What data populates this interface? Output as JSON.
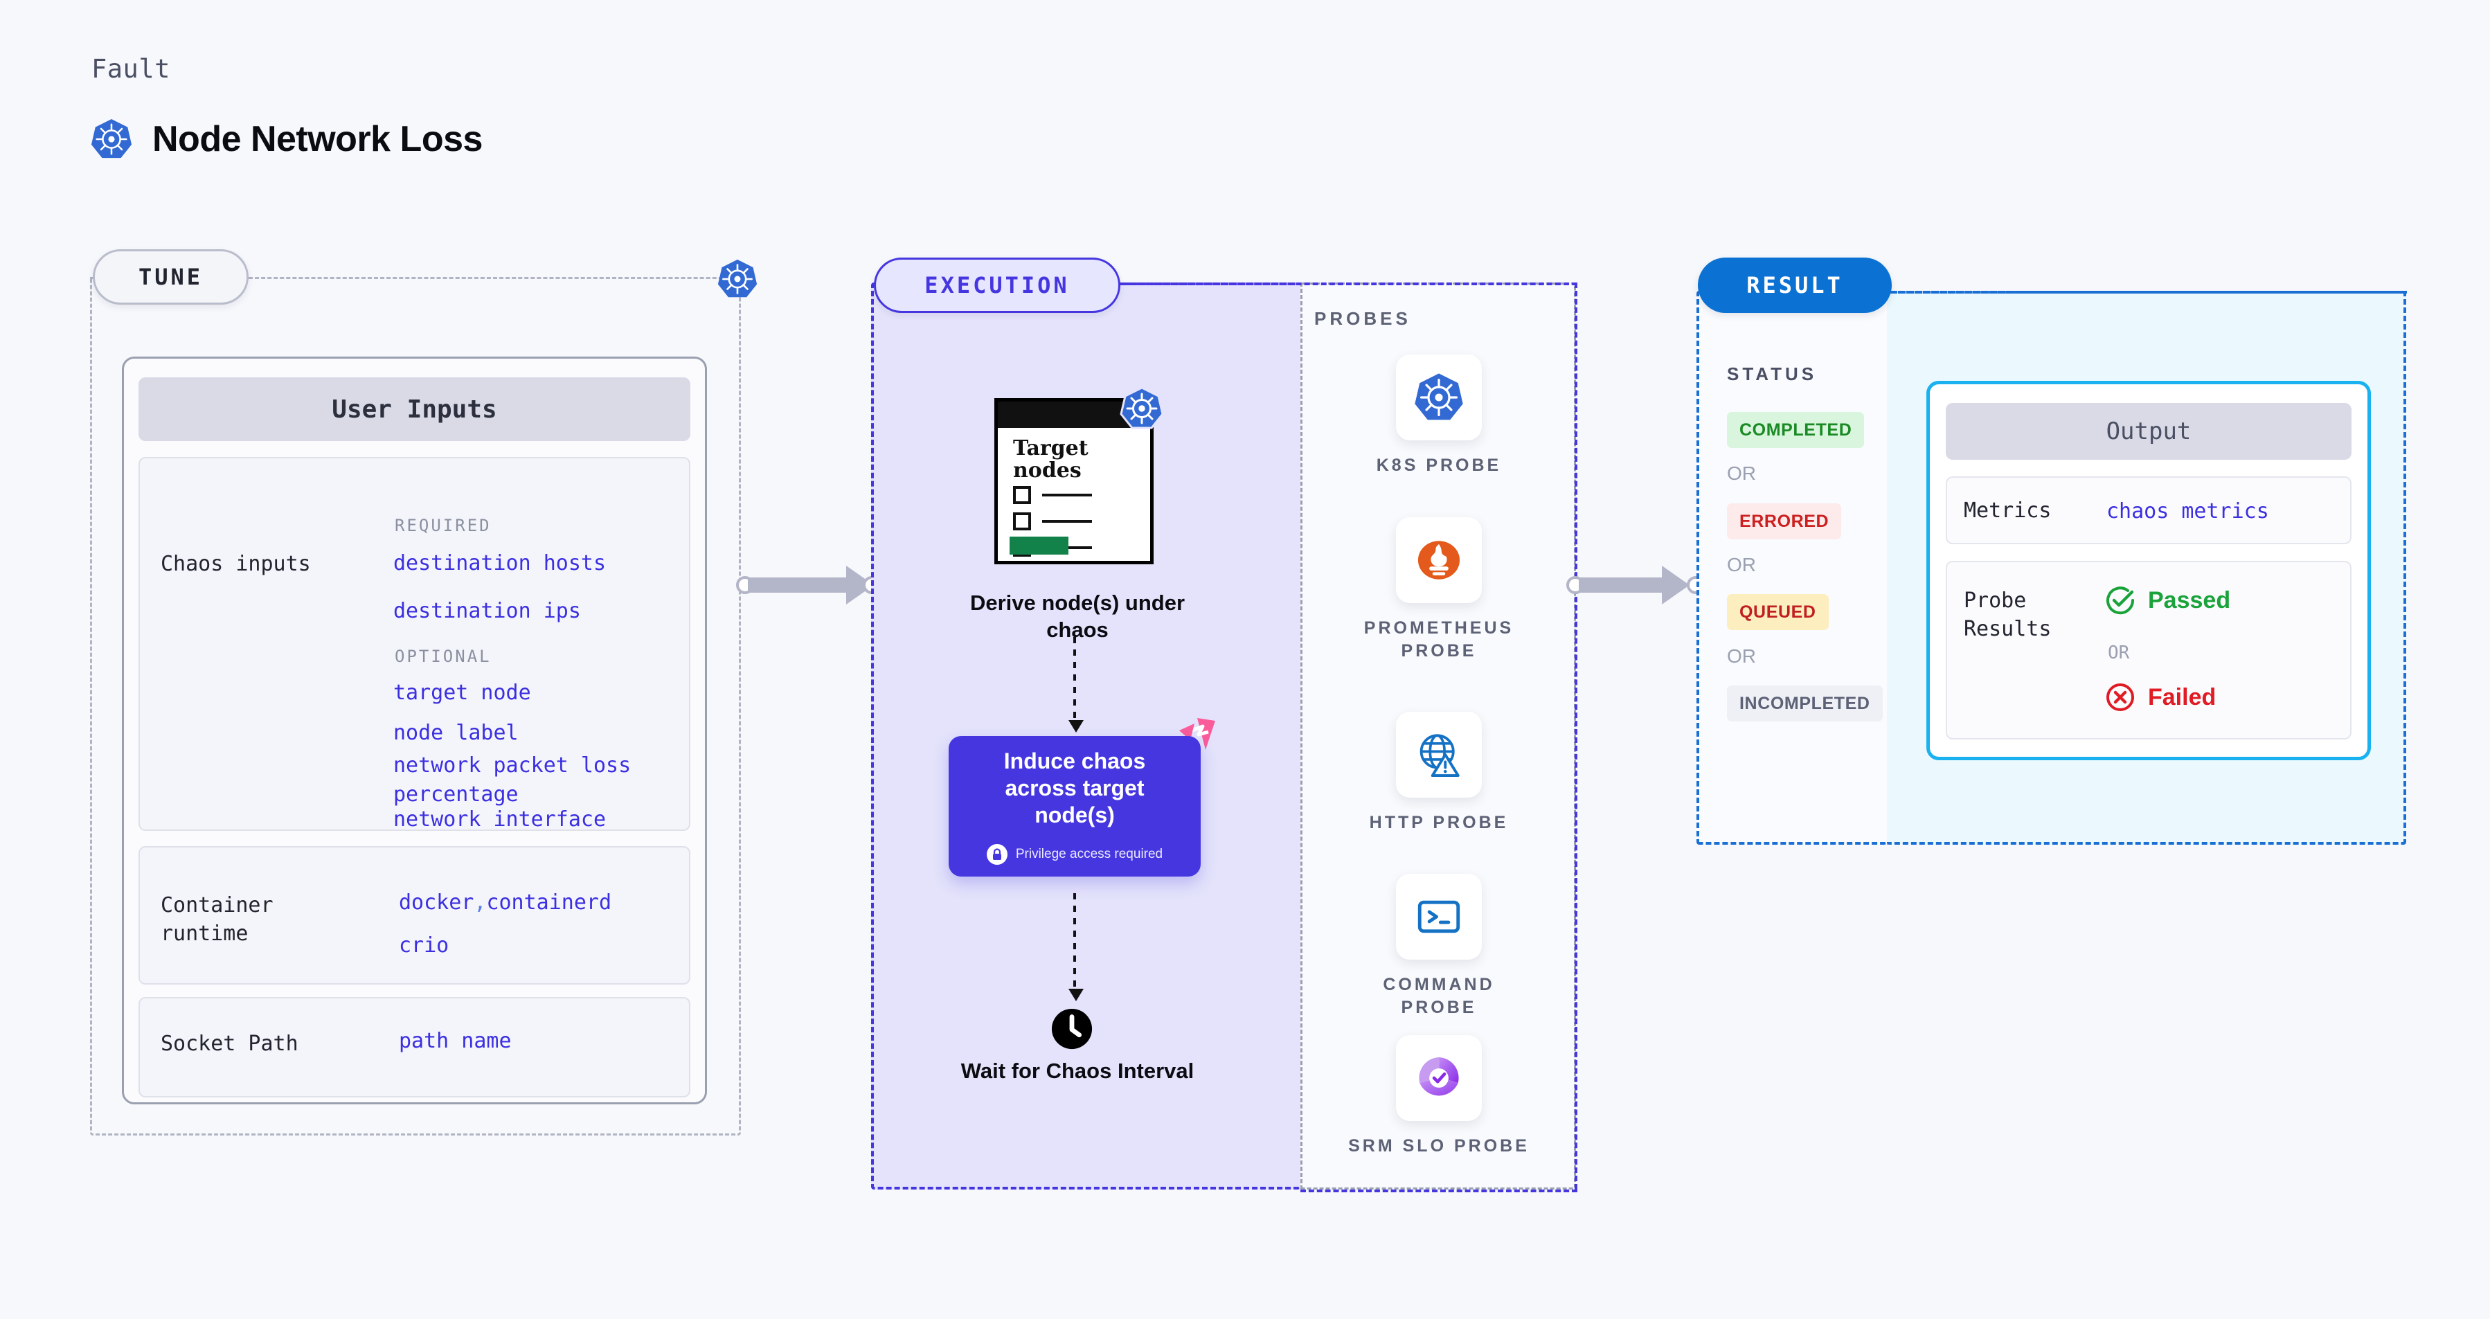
{
  "header": {
    "eyebrow": "Fault",
    "title": "Node Network Loss",
    "icon": "kubernetes-icon"
  },
  "colors": {
    "page_bg": "#f7f8fc",
    "tune_accent": "#b0b3c2",
    "execution_accent": "#4536e0",
    "result_accent": "#1a6fd4",
    "output_border": "#19b1ef",
    "value_text": "#3b2fe0",
    "kubernetes_blue": "#3269d3",
    "prometheus_orange": "#e35a1c",
    "litmus_pink": "#fa5c9a",
    "passed_green": "#1aa33a",
    "failed_red": "#e01b24"
  },
  "tune": {
    "pill_label": "TUNE",
    "badge_icon": "kubernetes-icon",
    "panel_title": "User Inputs",
    "rows": [
      {
        "label": "Chaos inputs",
        "groups": [
          {
            "tag": "REQUIRED",
            "values": [
              "destination hosts",
              "destination ips"
            ]
          },
          {
            "tag": "OPTIONAL",
            "values": [
              "target node",
              "node label",
              "network packet loss percentage",
              "network interface"
            ]
          }
        ]
      },
      {
        "label": "Container runtime",
        "values": [
          "docker",
          ",",
          "containerd",
          "crio"
        ]
      },
      {
        "label": "Socket Path",
        "values": [
          "path name"
        ]
      }
    ]
  },
  "execution": {
    "pill_label": "EXECUTION",
    "steps": [
      {
        "id": "derive",
        "caption": "Derive node(s) under chaos",
        "doc_title": "Target nodes",
        "badge_icon": "kubernetes-icon"
      },
      {
        "id": "induce",
        "title": "Induce chaos across target node(s)",
        "note": "Privilege access required",
        "note_icon": "lock-icon",
        "corner_icon": "litmus-chaos-icon"
      },
      {
        "id": "wait",
        "caption": "Wait for Chaos Interval",
        "icon": "clock-icon"
      }
    ]
  },
  "probes": {
    "title": "PROBES",
    "items": [
      {
        "name": "K8S PROBE",
        "icon": "kubernetes-icon"
      },
      {
        "name": "PROMETHEUS PROBE",
        "icon": "prometheus-icon"
      },
      {
        "name": "HTTP PROBE",
        "icon": "globe-warning-icon"
      },
      {
        "name": "COMMAND PROBE",
        "icon": "terminal-icon"
      },
      {
        "name": "SRM SLO PROBE",
        "icon": "srm-slo-icon"
      }
    ]
  },
  "result": {
    "pill_label": "RESULT",
    "status_title": "STATUS",
    "or_label": "OR",
    "statuses": [
      {
        "label": "COMPLETED",
        "bg": "#d9f5de",
        "fg": "#1a8a24"
      },
      {
        "label": "ERRORED",
        "bg": "#fdeaea",
        "fg": "#cc1f1f"
      },
      {
        "label": "QUEUED",
        "bg": "#fdeec0",
        "fg": "#c01f1f"
      },
      {
        "label": "INCOMPLETED",
        "bg": "#eef0f6",
        "fg": "#5c6175"
      }
    ]
  },
  "output": {
    "panel_title": "Output",
    "rows": [
      {
        "label": "Metrics",
        "value": "chaos metrics"
      },
      {
        "label": "Probe Results",
        "or_label": "OR",
        "pass": {
          "label": "Passed",
          "icon": "check-circle-icon"
        },
        "fail": {
          "label": "Failed",
          "icon": "x-circle-icon"
        }
      }
    ]
  }
}
